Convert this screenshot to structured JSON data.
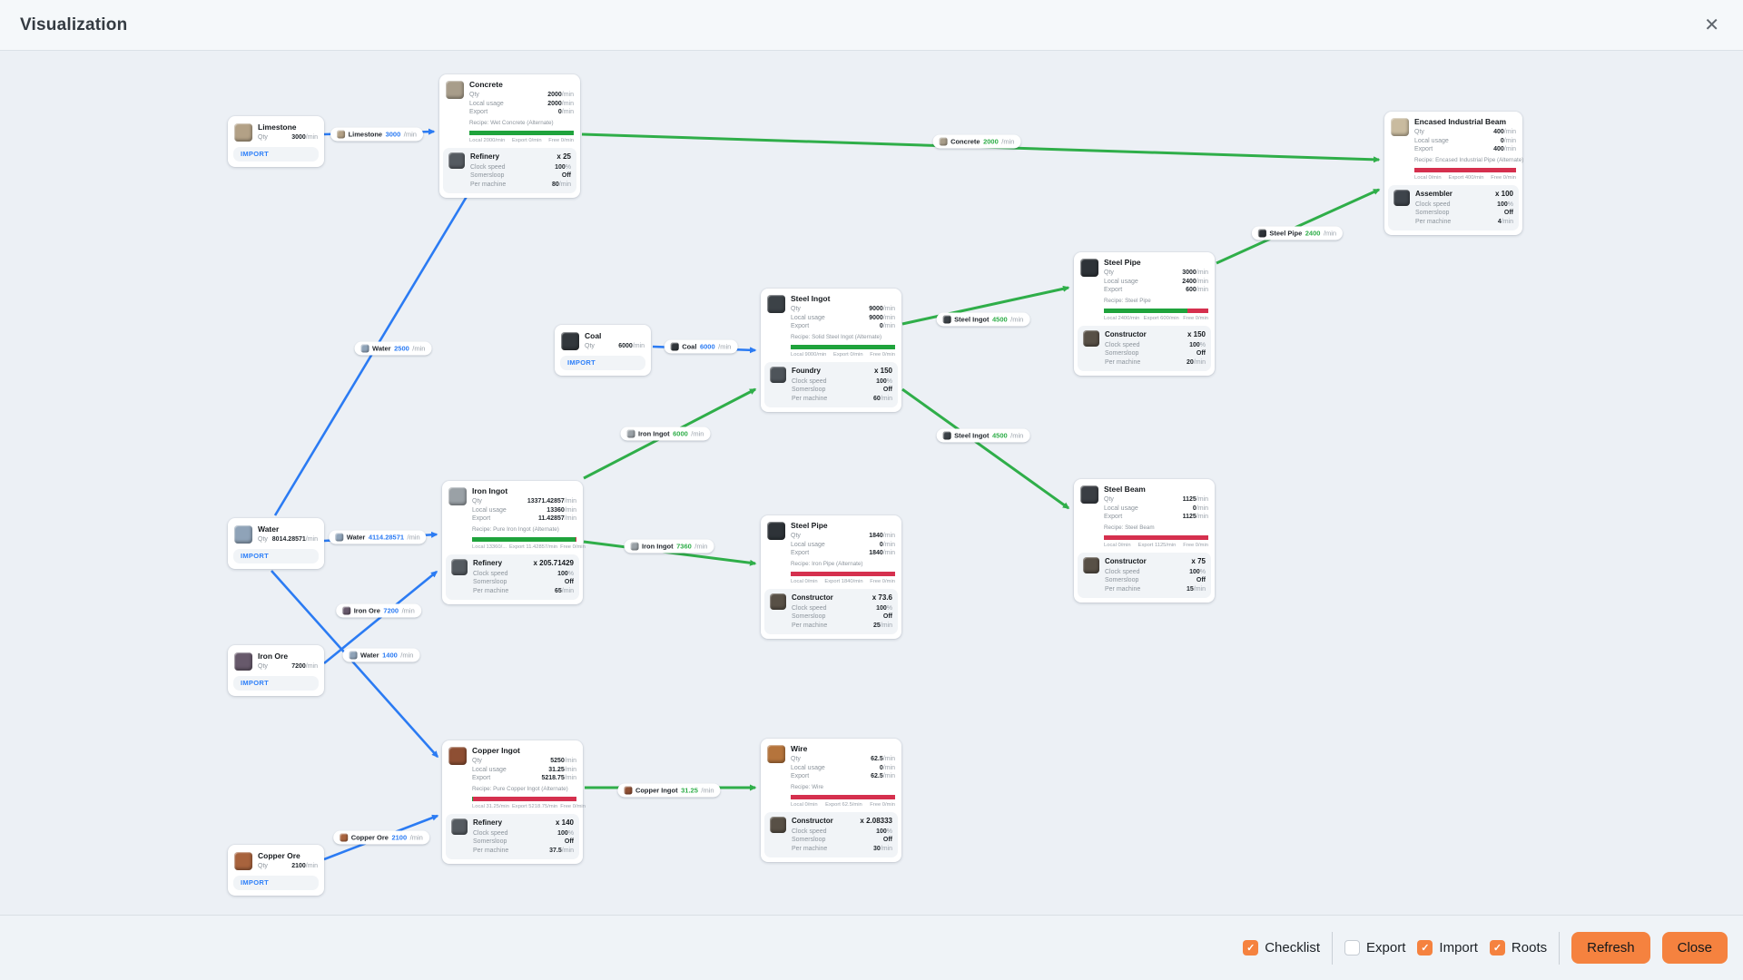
{
  "header": {
    "title": "Visualization",
    "close_icon": "✕"
  },
  "colors": {
    "import_edge": "#2b7bf3",
    "production_edge": "#2fae49",
    "bar_local": "#1fa33c",
    "bar_export": "#d5304e",
    "accent": "#f5823f",
    "import_badge_text": "#2d7ff9"
  },
  "icons": {
    "limestone": {
      "color": "#b3a186"
    },
    "concrete": {
      "color": "#a89d8a"
    },
    "water": {
      "color": "#8fa3b8"
    },
    "coal": {
      "color": "#32373c"
    },
    "iron-ore": {
      "color": "#67596b"
    },
    "copper-ore": {
      "color": "#a8633d"
    },
    "iron-ingot": {
      "color": "#9aa1a6"
    },
    "copper-ingot": {
      "color": "#8e4f33"
    },
    "steel-ingot": {
      "color": "#3c4247"
    },
    "steel-pipe": {
      "color": "#2e3338"
    },
    "steel-beam": {
      "color": "#3a3e43"
    },
    "wire": {
      "color": "#b5743c"
    },
    "encased-industrial-beam": {
      "color": "#c9bb9f"
    },
    "refinery": {
      "color": "#555b61"
    },
    "foundry": {
      "color": "#4e545a"
    },
    "constructor": {
      "color": "#585046"
    },
    "assembler": {
      "color": "#3e444b"
    }
  },
  "nodes": [
    {
      "id": "limestone",
      "type": "import",
      "title": "Limestone",
      "icon": "limestone",
      "qty": {
        "label": "Qty",
        "value": "3000",
        "unit": "/min"
      },
      "badge": "IMPORT"
    },
    {
      "id": "coal",
      "type": "import",
      "title": "Coal",
      "icon": "coal",
      "qty": {
        "label": "Qty",
        "value": "6000",
        "unit": "/min"
      },
      "badge": "IMPORT"
    },
    {
      "id": "water",
      "type": "import",
      "title": "Water",
      "icon": "water",
      "qty": {
        "label": "Qty",
        "value": "8014.28571",
        "unit": "/min"
      },
      "badge": "IMPORT"
    },
    {
      "id": "iron-ore",
      "type": "import",
      "title": "Iron Ore",
      "icon": "iron-ore",
      "qty": {
        "label": "Qty",
        "value": "7200",
        "unit": "/min"
      },
      "badge": "IMPORT"
    },
    {
      "id": "copper-ore",
      "type": "import",
      "title": "Copper Ore",
      "icon": "copper-ore",
      "qty": {
        "label": "Qty",
        "value": "2100",
        "unit": "/min"
      },
      "badge": "IMPORT"
    },
    {
      "id": "concrete",
      "type": "production",
      "title": "Concrete",
      "icon": "concrete",
      "rows": [
        {
          "label": "Qty",
          "value": "2000",
          "unit": "/min"
        },
        {
          "label": "Local usage",
          "value": "2000",
          "unit": "/min"
        },
        {
          "label": "Export",
          "value": "0",
          "unit": "/min"
        }
      ],
      "recipe": "Recipe: Wet Concrete (Alternate)",
      "bar": [
        {
          "kind": "local",
          "pct": 100
        }
      ],
      "bar_labels": [
        "Local 2000/min",
        "Export 0/min",
        "Free 0/min"
      ],
      "machine": {
        "icon": "refinery",
        "name": "Refinery",
        "count": "x 25",
        "rows": [
          {
            "label": "Clock speed",
            "value": "100",
            "unit": "%"
          },
          {
            "label": "Somersloop",
            "value": "Off",
            "unit": ""
          },
          {
            "label": "Per machine",
            "value": "80",
            "unit": "/min"
          }
        ]
      }
    },
    {
      "id": "iron-ingot",
      "type": "production",
      "title": "Iron Ingot",
      "icon": "iron-ingot",
      "rows": [
        {
          "label": "Qty",
          "value": "13371.42857",
          "unit": "/min"
        },
        {
          "label": "Local usage",
          "value": "13360",
          "unit": "/min"
        },
        {
          "label": "Export",
          "value": "11.42857",
          "unit": "/min"
        }
      ],
      "recipe": "Recipe: Pure Iron Ingot (Alternate)",
      "bar": [
        {
          "kind": "local",
          "pct": 99.2
        },
        {
          "kind": "export",
          "pct": 0.8
        }
      ],
      "bar_labels": [
        "Local 13360/...",
        "Export 11.42857/min",
        "Free 0/min"
      ],
      "machine": {
        "icon": "refinery",
        "name": "Refinery",
        "count": "x 205.71429",
        "rows": [
          {
            "label": "Clock speed",
            "value": "100",
            "unit": "%"
          },
          {
            "label": "Somersloop",
            "value": "Off",
            "unit": ""
          },
          {
            "label": "Per machine",
            "value": "65",
            "unit": "/min"
          }
        ]
      }
    },
    {
      "id": "copper-ingot",
      "type": "production",
      "title": "Copper Ingot",
      "icon": "copper-ingot",
      "rows": [
        {
          "label": "Qty",
          "value": "5250",
          "unit": "/min"
        },
        {
          "label": "Local usage",
          "value": "31.25",
          "unit": "/min"
        },
        {
          "label": "Export",
          "value": "5218.75",
          "unit": "/min"
        }
      ],
      "recipe": "Recipe: Pure Copper Ingot (Alternate)",
      "bar": [
        {
          "kind": "local",
          "pct": 1
        },
        {
          "kind": "export",
          "pct": 99
        }
      ],
      "bar_labels": [
        "Local 31.25/min",
        "Export 5218.75/min",
        "Free 0/min"
      ],
      "machine": {
        "icon": "refinery",
        "name": "Refinery",
        "count": "x 140",
        "rows": [
          {
            "label": "Clock speed",
            "value": "100",
            "unit": "%"
          },
          {
            "label": "Somersloop",
            "value": "Off",
            "unit": ""
          },
          {
            "label": "Per machine",
            "value": "37.5",
            "unit": "/min"
          }
        ]
      }
    },
    {
      "id": "steel-ingot",
      "type": "production",
      "title": "Steel Ingot",
      "icon": "steel-ingot",
      "rows": [
        {
          "label": "Qty",
          "value": "9000",
          "unit": "/min"
        },
        {
          "label": "Local usage",
          "value": "9000",
          "unit": "/min"
        },
        {
          "label": "Export",
          "value": "0",
          "unit": "/min"
        }
      ],
      "recipe": "Recipe: Solid Steel Ingot (Alternate)",
      "bar": [
        {
          "kind": "local",
          "pct": 100
        }
      ],
      "bar_labels": [
        "Local 9000/min",
        "Export 0/min",
        "Free 0/min"
      ],
      "machine": {
        "icon": "foundry",
        "name": "Foundry",
        "count": "x 150",
        "rows": [
          {
            "label": "Clock speed",
            "value": "100",
            "unit": "%"
          },
          {
            "label": "Somersloop",
            "value": "Off",
            "unit": ""
          },
          {
            "label": "Per machine",
            "value": "60",
            "unit": "/min"
          }
        ]
      }
    },
    {
      "id": "steel-pipe-top",
      "type": "production",
      "title": "Steel Pipe",
      "icon": "steel-pipe",
      "rows": [
        {
          "label": "Qty",
          "value": "3000",
          "unit": "/min"
        },
        {
          "label": "Local usage",
          "value": "2400",
          "unit": "/min"
        },
        {
          "label": "Export",
          "value": "600",
          "unit": "/min"
        }
      ],
      "recipe": "Recipe: Steel Pipe",
      "bar": [
        {
          "kind": "local",
          "pct": 80
        },
        {
          "kind": "export",
          "pct": 20
        }
      ],
      "bar_labels": [
        "Local 2400/min",
        "Export 600/min",
        "Free 0/min"
      ],
      "machine": {
        "icon": "constructor",
        "name": "Constructor",
        "count": "x 150",
        "rows": [
          {
            "label": "Clock speed",
            "value": "100",
            "unit": "%"
          },
          {
            "label": "Somersloop",
            "value": "Off",
            "unit": ""
          },
          {
            "label": "Per machine",
            "value": "20",
            "unit": "/min"
          }
        ]
      }
    },
    {
      "id": "steel-pipe-mid",
      "type": "production",
      "title": "Steel Pipe",
      "icon": "steel-pipe",
      "rows": [
        {
          "label": "Qty",
          "value": "1840",
          "unit": "/min"
        },
        {
          "label": "Local usage",
          "value": "0",
          "unit": "/min"
        },
        {
          "label": "Export",
          "value": "1840",
          "unit": "/min"
        }
      ],
      "recipe": "Recipe: Iron Pipe (Alternate)",
      "bar": [
        {
          "kind": "export",
          "pct": 100
        }
      ],
      "bar_labels": [
        "Local 0/min",
        "Export 1840/min",
        "Free 0/min"
      ],
      "machine": {
        "icon": "constructor",
        "name": "Constructor",
        "count": "x 73.6",
        "rows": [
          {
            "label": "Clock speed",
            "value": "100",
            "unit": "%"
          },
          {
            "label": "Somersloop",
            "value": "Off",
            "unit": ""
          },
          {
            "label": "Per machine",
            "value": "25",
            "unit": "/min"
          }
        ]
      }
    },
    {
      "id": "steel-beam",
      "type": "production",
      "title": "Steel Beam",
      "icon": "steel-beam",
      "rows": [
        {
          "label": "Qty",
          "value": "1125",
          "unit": "/min"
        },
        {
          "label": "Local usage",
          "value": "0",
          "unit": "/min"
        },
        {
          "label": "Export",
          "value": "1125",
          "unit": "/min"
        }
      ],
      "recipe": "Recipe: Steel Beam",
      "bar": [
        {
          "kind": "export",
          "pct": 100
        }
      ],
      "bar_labels": [
        "Local 0/min",
        "Export 1125/min",
        "Free 0/min"
      ],
      "machine": {
        "icon": "constructor",
        "name": "Constructor",
        "count": "x 75",
        "rows": [
          {
            "label": "Clock speed",
            "value": "100",
            "unit": "%"
          },
          {
            "label": "Somersloop",
            "value": "Off",
            "unit": ""
          },
          {
            "label": "Per machine",
            "value": "15",
            "unit": "/min"
          }
        ]
      }
    },
    {
      "id": "wire",
      "type": "production",
      "title": "Wire",
      "icon": "wire",
      "rows": [
        {
          "label": "Qty",
          "value": "62.5",
          "unit": "/min"
        },
        {
          "label": "Local usage",
          "value": "0",
          "unit": "/min"
        },
        {
          "label": "Export",
          "value": "62.5",
          "unit": "/min"
        }
      ],
      "recipe": "Recipe: Wire",
      "bar": [
        {
          "kind": "export",
          "pct": 100
        }
      ],
      "bar_labels": [
        "Local 0/min",
        "Export 62.5/min",
        "Free 0/min"
      ],
      "machine": {
        "icon": "constructor",
        "name": "Constructor",
        "count": "x 2.08333",
        "rows": [
          {
            "label": "Clock speed",
            "value": "100",
            "unit": "%"
          },
          {
            "label": "Somersloop",
            "value": "Off",
            "unit": ""
          },
          {
            "label": "Per machine",
            "value": "30",
            "unit": "/min"
          }
        ]
      }
    },
    {
      "id": "encased-industrial-beam",
      "type": "production",
      "title": "Encased Industrial Beam",
      "icon": "encased-industrial-beam",
      "rows": [
        {
          "label": "Qty",
          "value": "400",
          "unit": "/min"
        },
        {
          "label": "Local usage",
          "value": "0",
          "unit": "/min"
        },
        {
          "label": "Export",
          "value": "400",
          "unit": "/min"
        }
      ],
      "recipe": "Recipe: Encased Industrial Pipe (Alternate)",
      "bar": [
        {
          "kind": "export",
          "pct": 100
        }
      ],
      "bar_labels": [
        "Local 0/min",
        "Export 400/min",
        "Free 0/min"
      ],
      "machine": {
        "icon": "assembler",
        "name": "Assembler",
        "count": "x 100",
        "rows": [
          {
            "label": "Clock speed",
            "value": "100",
            "unit": "%"
          },
          {
            "label": "Somersloop",
            "value": "Off",
            "unit": ""
          },
          {
            "label": "Per machine",
            "value": "4",
            "unit": "/min"
          }
        ]
      }
    }
  ],
  "edges": [
    {
      "from": "limestone",
      "to": "concrete",
      "kind": "import",
      "item": "Limestone",
      "icon": "limestone",
      "value": "3000",
      "unit": "/min"
    },
    {
      "from": "water",
      "to": "concrete",
      "kind": "import",
      "item": "Water",
      "icon": "water",
      "value": "2500",
      "unit": "/min"
    },
    {
      "from": "water",
      "to": "iron-ingot",
      "kind": "import",
      "item": "Water",
      "icon": "water",
      "value": "4114.28571",
      "unit": "/min"
    },
    {
      "from": "water",
      "to": "copper-ingot",
      "kind": "import",
      "item": "Water",
      "icon": "water",
      "value": "1400",
      "unit": "/min"
    },
    {
      "from": "iron-ore",
      "to": "iron-ingot",
      "kind": "import",
      "item": "Iron Ore",
      "icon": "iron-ore",
      "value": "7200",
      "unit": "/min"
    },
    {
      "from": "copper-ore",
      "to": "copper-ingot",
      "kind": "import",
      "item": "Copper Ore",
      "icon": "copper-ore",
      "value": "2100",
      "unit": "/min"
    },
    {
      "from": "coal",
      "to": "steel-ingot",
      "kind": "import",
      "item": "Coal",
      "icon": "coal",
      "value": "6000",
      "unit": "/min"
    },
    {
      "from": "iron-ingot",
      "to": "steel-ingot",
      "kind": "production",
      "item": "Iron Ingot",
      "icon": "iron-ingot",
      "value": "6000",
      "unit": "/min"
    },
    {
      "from": "iron-ingot",
      "to": "steel-pipe-mid",
      "kind": "production",
      "item": "Iron Ingot",
      "icon": "iron-ingot",
      "value": "7360",
      "unit": "/min"
    },
    {
      "from": "steel-ingot",
      "to": "steel-pipe-top",
      "kind": "production",
      "item": "Steel Ingot",
      "icon": "steel-ingot",
      "value": "4500",
      "unit": "/min"
    },
    {
      "from": "steel-ingot",
      "to": "steel-beam",
      "kind": "production",
      "item": "Steel Ingot",
      "icon": "steel-ingot",
      "value": "4500",
      "unit": "/min"
    },
    {
      "from": "steel-pipe-top",
      "to": "encased-industrial-beam",
      "kind": "production",
      "item": "Steel Pipe",
      "icon": "steel-pipe",
      "value": "2400",
      "unit": "/min"
    },
    {
      "from": "concrete",
      "to": "encased-industrial-beam",
      "kind": "production",
      "item": "Concrete",
      "icon": "concrete",
      "value": "2000",
      "unit": "/min"
    },
    {
      "from": "copper-ingot",
      "to": "wire",
      "kind": "production",
      "item": "Copper Ingot",
      "icon": "copper-ingot",
      "value": "31.25",
      "unit": "/min"
    }
  ],
  "footer": {
    "checkboxes": [
      {
        "label": "Checklist",
        "checked": true
      },
      {
        "label": "Export",
        "checked": false
      },
      {
        "label": "Import",
        "checked": true
      },
      {
        "label": "Roots",
        "checked": true
      }
    ],
    "check_glyph": "✓",
    "refresh_label": "Refresh",
    "close_label": "Close"
  }
}
